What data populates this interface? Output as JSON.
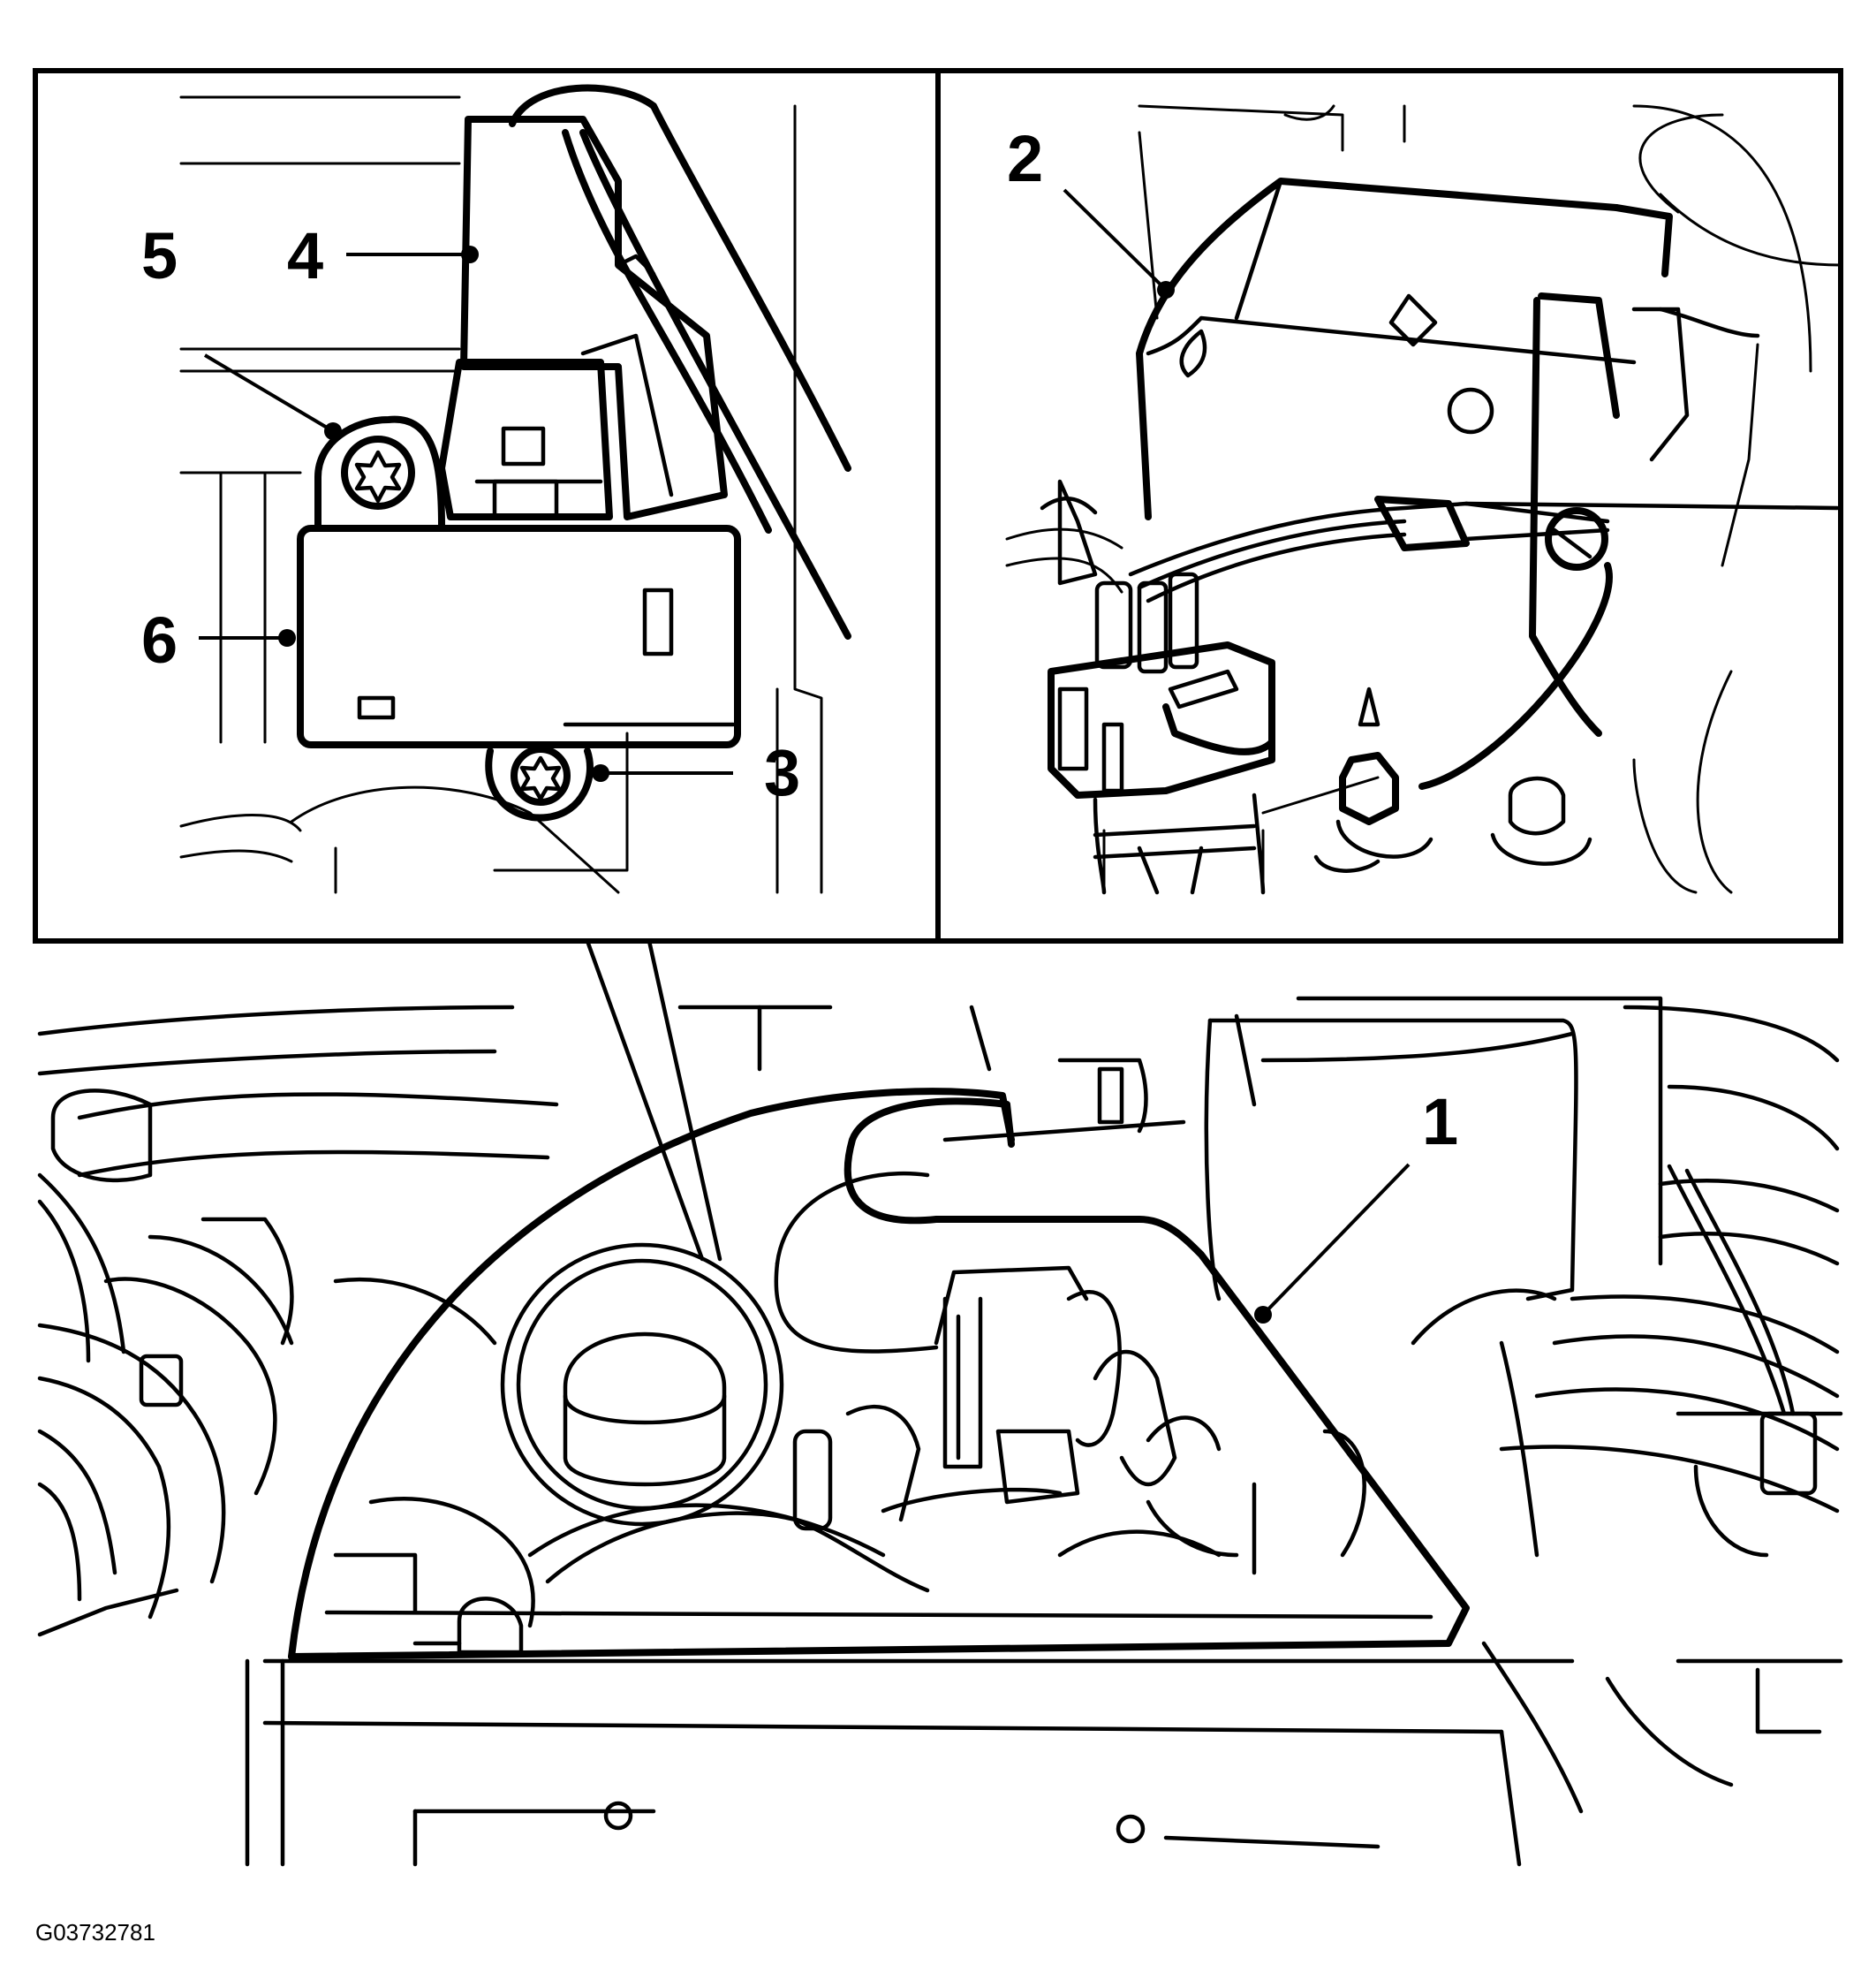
{
  "diagram": {
    "figure_id": "G03732781",
    "callouts": [
      "1",
      "2",
      "3",
      "4",
      "5",
      "6"
    ]
  }
}
